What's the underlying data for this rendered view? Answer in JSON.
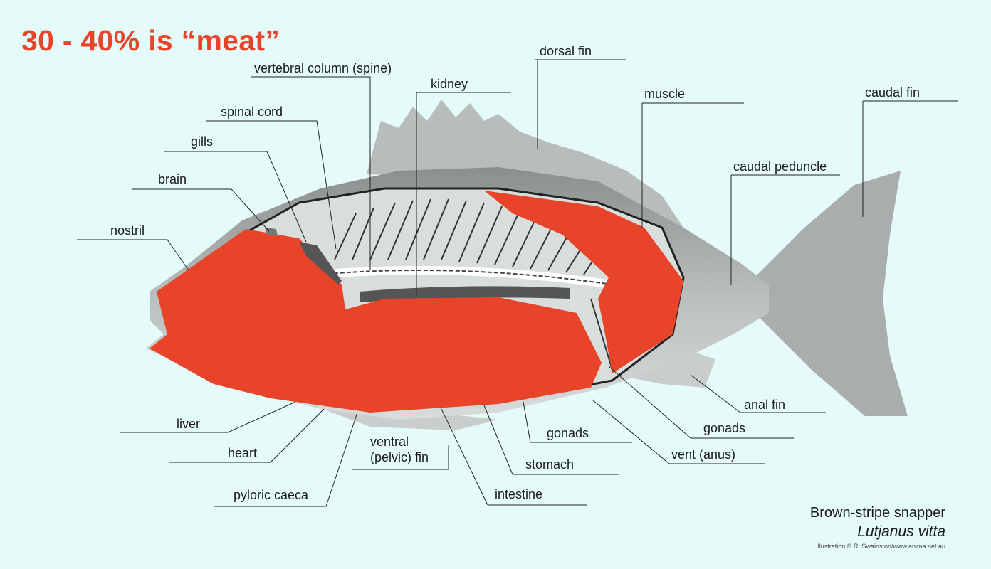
{
  "title": "30 - 40% is “meat”",
  "colors": {
    "meat": "#e8442a",
    "background": "#e4fbfa"
  },
  "labels": {
    "vertebral_column": "vertebral column (spine)",
    "kidney": "kidney",
    "dorsal_fin": "dorsal fin",
    "muscle": "muscle",
    "caudal_fin": "caudal fin",
    "caudal_peduncle": "caudal peduncle",
    "spinal_cord": "spinal cord",
    "gills": "gills",
    "brain": "brain",
    "nostril": "nostril",
    "liver": "liver",
    "heart": "heart",
    "pyloric_caeca": "pyloric caeca",
    "ventral_fin_1": "ventral",
    "ventral_fin_2": "(pelvic) fin",
    "intestine": "intestine",
    "stomach": "stomach",
    "gonads_lower": "gonads",
    "vent": "vent (anus)",
    "gonads_right": "gonads",
    "anal_fin": "anal fin"
  },
  "caption": {
    "common_name": "Brown-stripe snapper",
    "scientific_name": "Lutjanus vitta",
    "credit": "Illustration © R. Swainston/www.anima.net.au"
  }
}
